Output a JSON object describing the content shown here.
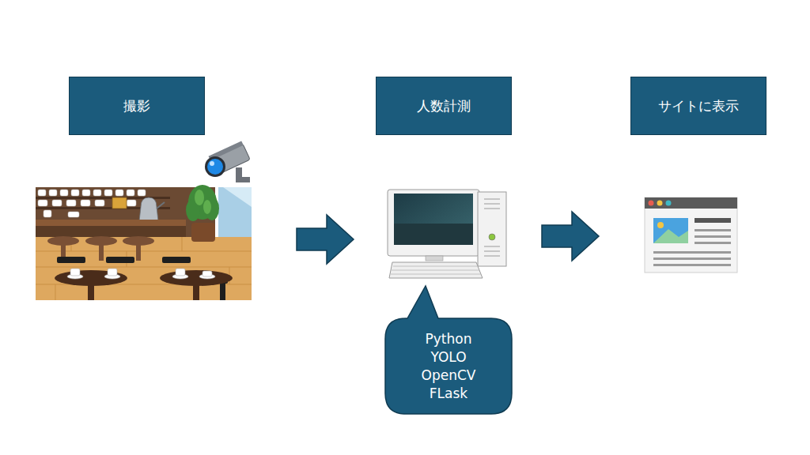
{
  "diagram": {
    "nodes": [
      {
        "text": [
          "撮影"
        ]
      },
      {
        "text": [
          "人数計測"
        ]
      },
      {
        "text": [
          "サイトに表示"
        ]
      },
      {
        "text": [
          "Python YOLO OpenCV FLask"
        ]
      }
    ],
    "edges": [
      {
        "from": 0,
        "to": 1,
        "arrow": "to"
      },
      {
        "from": 1,
        "to": 2,
        "arrow": "to"
      }
    ]
  }
}
